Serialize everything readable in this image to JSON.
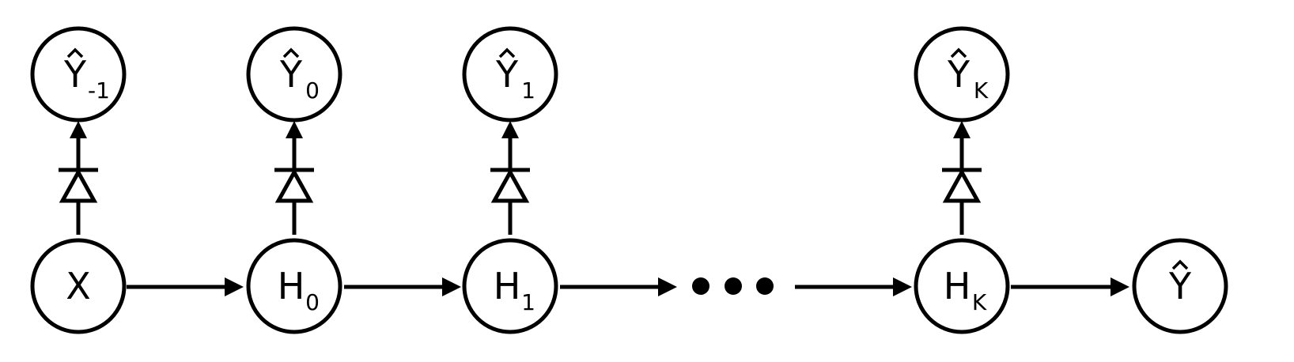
{
  "bottom_nodes": [
    {
      "id": "x",
      "label": "X",
      "sub": "",
      "hat": false
    },
    {
      "id": "h0",
      "label": "H",
      "sub": "0",
      "hat": false
    },
    {
      "id": "h1",
      "label": "H",
      "sub": "1",
      "hat": false
    },
    {
      "id": "hk",
      "label": "H",
      "sub": "K",
      "hat": false
    },
    {
      "id": "y",
      "label": "Y",
      "sub": "",
      "hat": true
    }
  ],
  "top_nodes": [
    {
      "id": "yhat-m1",
      "label": "Y",
      "sub": "-1",
      "hat": true
    },
    {
      "id": "yhat-0",
      "label": "Y",
      "sub": "0",
      "hat": true
    },
    {
      "id": "yhat-1",
      "label": "Y",
      "sub": "1",
      "hat": true
    },
    {
      "id": "yhat-k",
      "label": "Y",
      "sub": "K",
      "hat": true
    }
  ],
  "ellipsis_dots": 3
}
